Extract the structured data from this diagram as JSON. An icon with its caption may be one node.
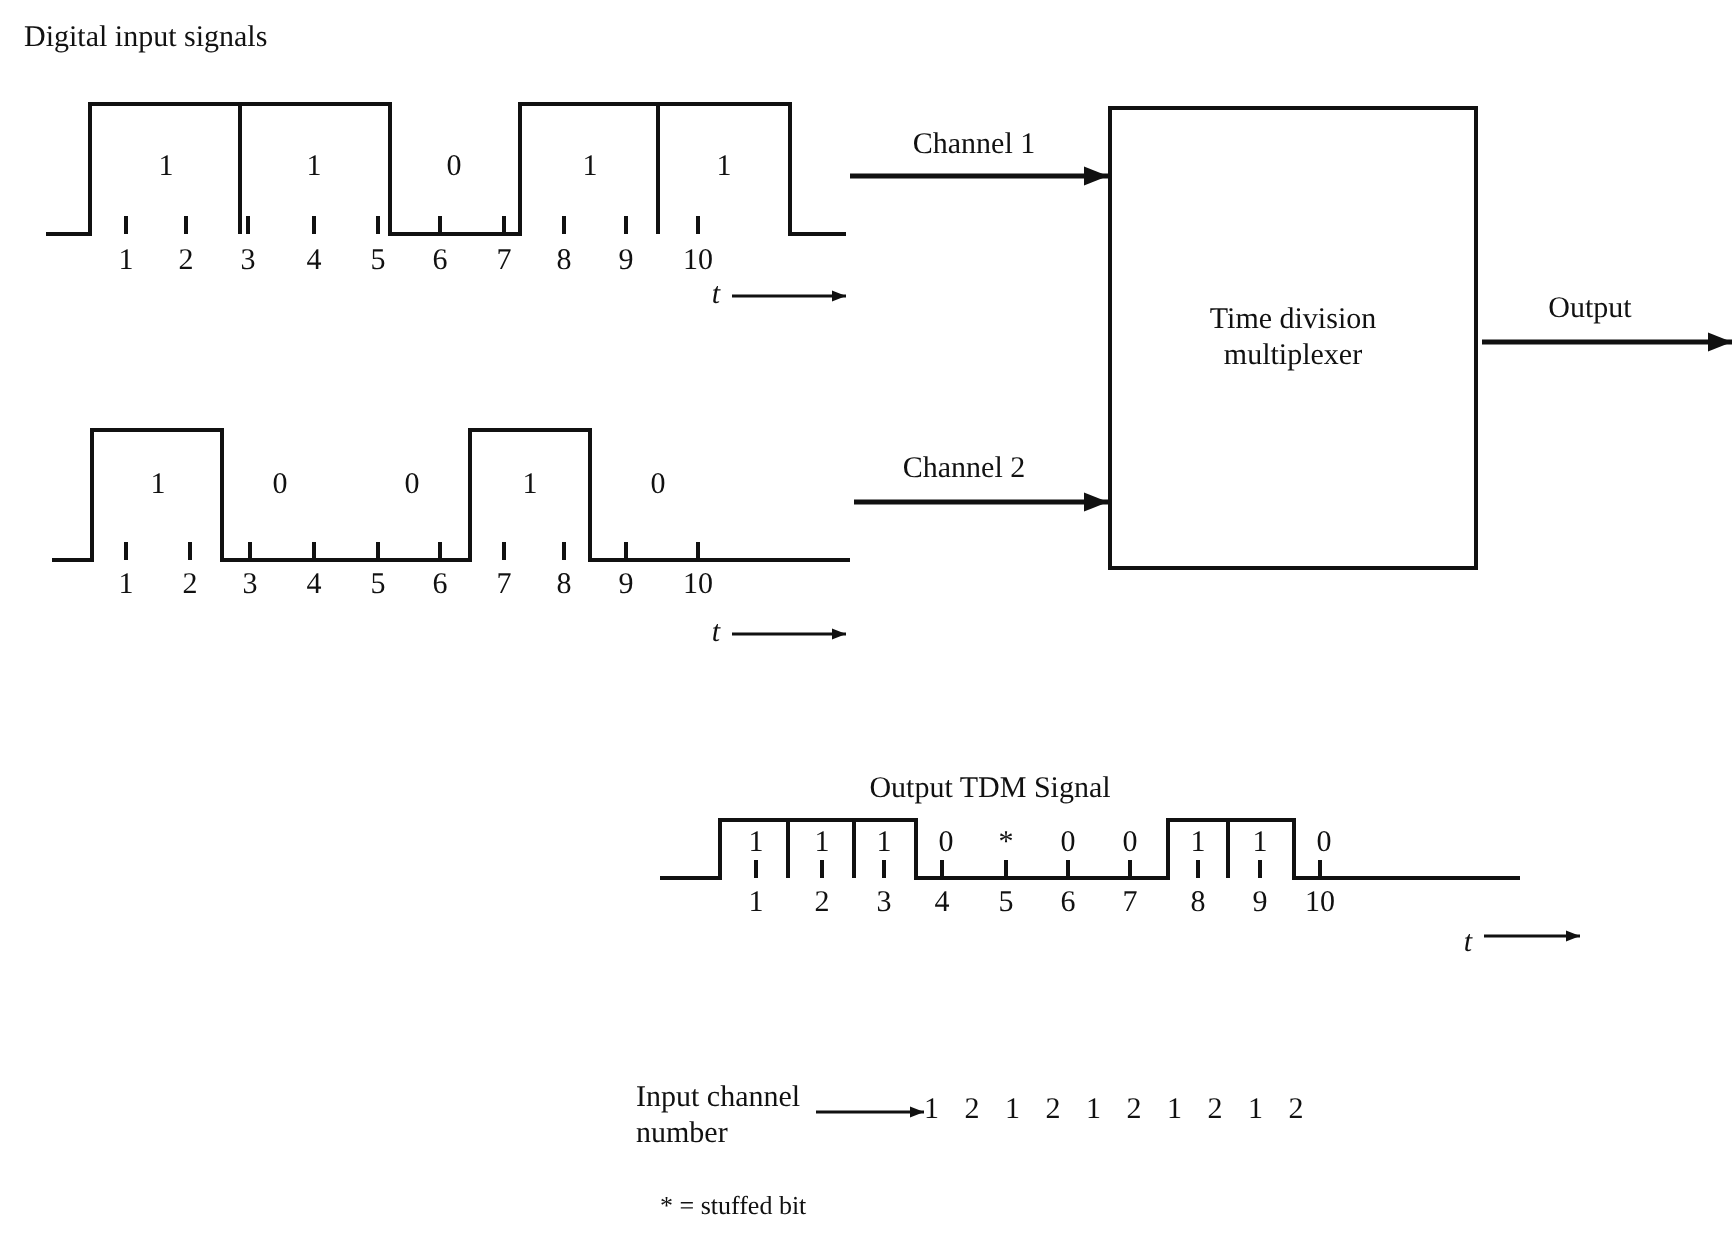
{
  "diagram": {
    "nodes": [
      {
        "text": [],
        "shape": "picture"
      },
      {
        "text": [],
        "shape": "picture"
      },
      {
        "text": [
          "Time division multiplexer"
        ]
      },
      {
        "text": [
          "Input channel number"
        ]
      },
      {
        "text": [
          "1 2 1 2 1 2 1 2 1 2"
        ]
      }
    ],
    "edges": [
      {
        "from": 0,
        "to": 2,
        "arrow": "to",
        "label": "Channel 1"
      },
      {
        "from": 1,
        "to": 2,
        "arrow": "to",
        "label": "Channel 2"
      },
      {
        "from": 2,
        "to": null,
        "arrow": "to",
        "label": "Output"
      },
      {
        "from": 3,
        "to": 4,
        "arrow": "to"
      }
    ],
    "labels": [
      "Digital input signals",
      "1",
      "1",
      "0",
      "1",
      "1",
      "1",
      "2",
      "3",
      "4",
      "5",
      "6",
      "7",
      "8",
      "9",
      "10",
      "t",
      "1",
      "0",
      "0",
      "1",
      "0",
      "1",
      "2",
      "3",
      "4",
      "5",
      "6",
      "7",
      "8",
      "9",
      "10",
      "t",
      "Output TDM Signal",
      "1",
      "1",
      "1",
      "0",
      "*",
      "0",
      "0",
      "1",
      "1",
      "0",
      "1",
      "2",
      "3",
      "4",
      "5",
      "6",
      "7",
      "8",
      "9",
      "10",
      "t",
      "* = stuffed bit"
    ]
  }
}
